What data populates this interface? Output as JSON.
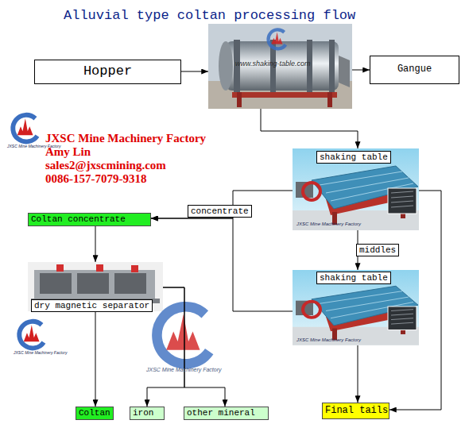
{
  "diagram": {
    "title": "Alluvial type coltan processing flow",
    "nodes": [
      {
        "text": [
          "Hopper"
        ]
      },
      {
        "text": [
          "www.shaking-table.com"
        ]
      },
      {
        "text": [
          "Gangue"
        ]
      },
      {
        "text": [
          "shaking table",
          "JXSC Mine Machinery Factory"
        ]
      },
      {
        "text": [
          "Coltan concentrate"
        ]
      },
      {
        "text": [
          "dry magnetic separator"
        ]
      },
      {
        "text": [
          "shaking table",
          "JXSC Mine Machinery Factory"
        ]
      },
      {
        "text": [
          "Coltan"
        ]
      },
      {
        "text": [
          "iron"
        ]
      },
      {
        "text": [
          "other mineral"
        ]
      },
      {
        "text": [
          "Final tails"
        ]
      }
    ],
    "edges": [
      {
        "from": 0,
        "to": 1,
        "arrow": "to"
      },
      {
        "from": 1,
        "to": 2,
        "arrow": "to"
      },
      {
        "from": 1,
        "to": 3,
        "arrow": "to"
      },
      {
        "from": 3,
        "to": 4,
        "label": "concentrate",
        "arrow": "to"
      },
      {
        "from": 6,
        "to": 4,
        "arrow": "to"
      },
      {
        "from": 3,
        "to": 6,
        "label": "middles",
        "arrow": "to"
      },
      {
        "from": 3,
        "to": 10,
        "arrow": "to"
      },
      {
        "from": 6,
        "to": 10,
        "arrow": "to"
      },
      {
        "from": 4,
        "to": 5,
        "arrow": "to"
      },
      {
        "from": 5,
        "to": 7,
        "arrow": "to"
      },
      {
        "from": 5,
        "to": 8,
        "arrow": "to"
      },
      {
        "from": 5,
        "to": 9,
        "arrow": "to"
      }
    ],
    "labels": [
      "JXSC Mine Machinery Factory",
      "Amy Lin",
      "sales2@jxscmining.com",
      "0086-157-7079-9318",
      "JXSC Mine Machinery Factory",
      "JXSC Mine Machinery Factory",
      "JXSC Mine Machinery Factory"
    ]
  }
}
